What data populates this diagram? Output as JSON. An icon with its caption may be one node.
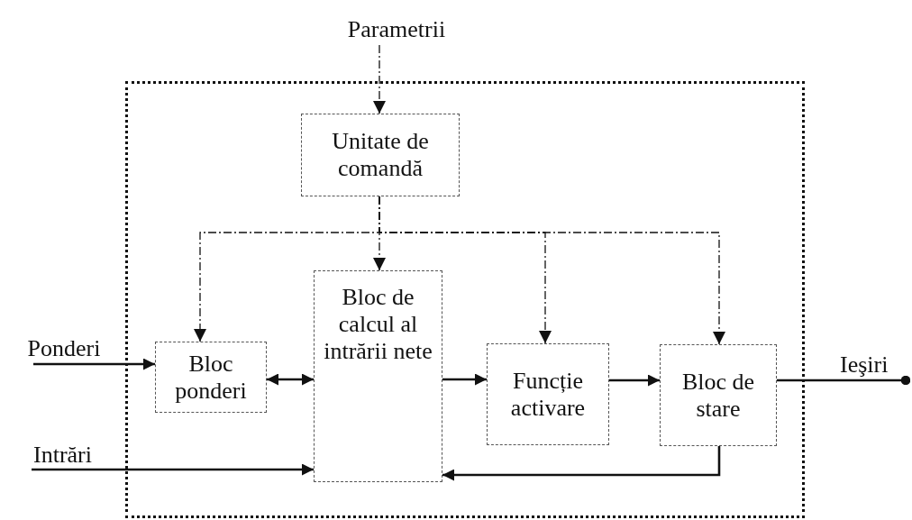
{
  "diagram": {
    "nodes": [
      {
        "text": [],
        "shape": "box"
      },
      {
        "text": [
          "Parametrii"
        ]
      },
      {
        "text": [
          "Unitate de comandă"
        ],
        "in": 0
      },
      {
        "text": [
          "Bloc ponderi"
        ],
        "in": 0
      },
      {
        "text": [
          "Bloc de calcul al intrării nete"
        ],
        "in": 0
      },
      {
        "text": [
          "Funcție activare"
        ],
        "in": 0
      },
      {
        "text": [
          "Bloc de stare"
        ],
        "in": 0
      },
      {
        "text": [
          "Ponderi"
        ]
      },
      {
        "text": [
          "Intrări"
        ]
      }
    ],
    "edges": [
      {
        "from": 1,
        "to": 2,
        "arrow": "to",
        "style": "dashed"
      },
      {
        "from": 2,
        "to": 3,
        "arrow": "to",
        "style": "dashed"
      },
      {
        "from": 2,
        "to": 4,
        "arrow": "to",
        "style": "dashed"
      },
      {
        "from": 2,
        "to": 5,
        "arrow": "to",
        "style": "dashed"
      },
      {
        "from": 2,
        "to": 6,
        "arrow": "to",
        "style": "dashed"
      },
      {
        "from": 7,
        "to": 3,
        "arrow": "to"
      },
      {
        "from": 3,
        "to": 4,
        "arrow": "both"
      },
      {
        "from": 8,
        "to": 4,
        "arrow": "to"
      },
      {
        "from": 4,
        "to": 5,
        "arrow": "to"
      },
      {
        "from": 5,
        "to": 6,
        "arrow": "to"
      },
      {
        "from": 6,
        "to": 4,
        "arrow": "to"
      },
      {
        "from": 6,
        "to": null,
        "arrow": "other",
        "label": "Ieşiri"
      }
    ]
  }
}
